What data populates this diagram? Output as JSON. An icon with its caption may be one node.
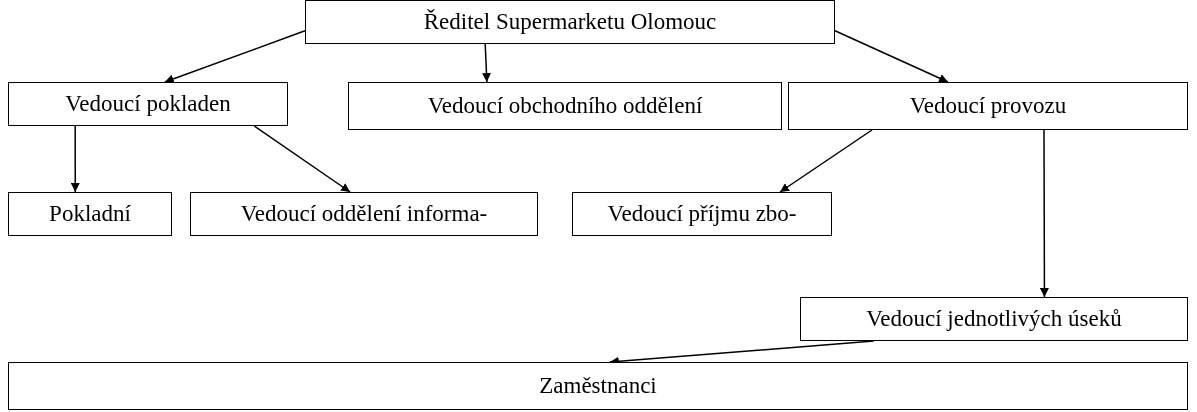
{
  "diagram": {
    "nodes": [
      {
        "text": [
          "Ředitel Supermarketu Olomouc"
        ]
      },
      {
        "text": [
          "Vedoucí pokladen"
        ]
      },
      {
        "text": [
          "Vedoucí obchodního oddělení"
        ]
      },
      {
        "text": [
          "Vedoucí provozu"
        ]
      },
      {
        "text": [
          "Pokladní"
        ]
      },
      {
        "text": [
          "Vedoucí oddělení informa-"
        ]
      },
      {
        "text": [
          "Vedoucí příjmu zbo-"
        ]
      },
      {
        "text": [
          "Vedoucí jednotlivých úseků"
        ]
      },
      {
        "text": [
          "Zaměstnanci"
        ]
      }
    ],
    "edges": [
      {
        "from": 0,
        "to": 1,
        "arrow": "to"
      },
      {
        "from": 0,
        "to": 2,
        "arrow": "to"
      },
      {
        "from": 0,
        "to": 3,
        "arrow": "to"
      },
      {
        "from": 1,
        "to": 4,
        "arrow": "to"
      },
      {
        "from": 1,
        "to": 5,
        "arrow": "to"
      },
      {
        "from": 3,
        "to": 6,
        "arrow": "to"
      },
      {
        "from": 3,
        "to": 7,
        "arrow": "to"
      },
      {
        "from": 7,
        "to": 8,
        "arrow": "to"
      }
    ]
  }
}
